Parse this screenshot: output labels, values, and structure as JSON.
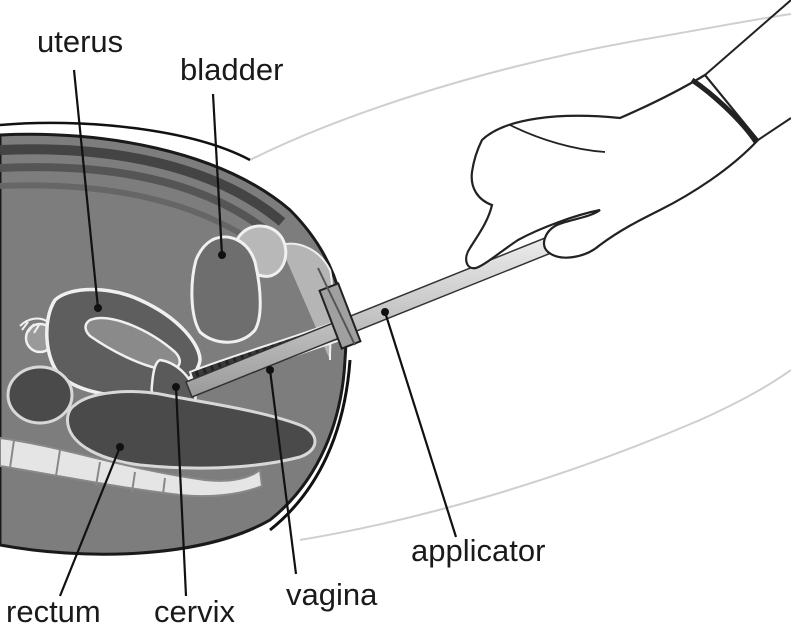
{
  "diagram": {
    "labels": {
      "uterus": "uterus",
      "bladder": "bladder",
      "rectum": "rectum",
      "cervix": "cervix",
      "vagina": "vagina",
      "applicator": "applicator"
    }
  }
}
